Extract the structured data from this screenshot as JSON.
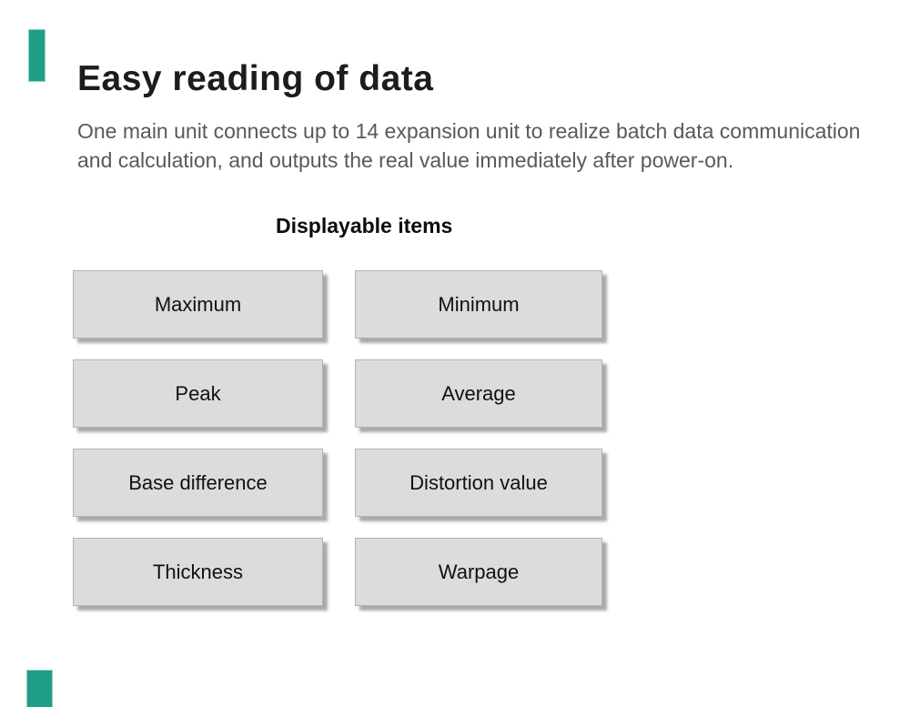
{
  "page": {
    "background_color": "#ffffff",
    "accent_color": "#1f9d87",
    "box_fill_color": "#dcdcdc",
    "box_shadow_color": "#a9a9a9",
    "body_text_color": "#595959",
    "title_text_color": "#1c1c1c"
  },
  "header": {
    "title": "Easy reading of data"
  },
  "body": {
    "paragraph": "One main unit connects up to 14 expansion unit to realize batch data communication and calculation, and outputs the real value immediately after power-on."
  },
  "items_section": {
    "heading": "Displayable items",
    "items": [
      "Maximum",
      "Minimum",
      "Peak",
      "Average",
      "Base difference",
      "Distortion value",
      "Thickness",
      "Warpage"
    ]
  }
}
